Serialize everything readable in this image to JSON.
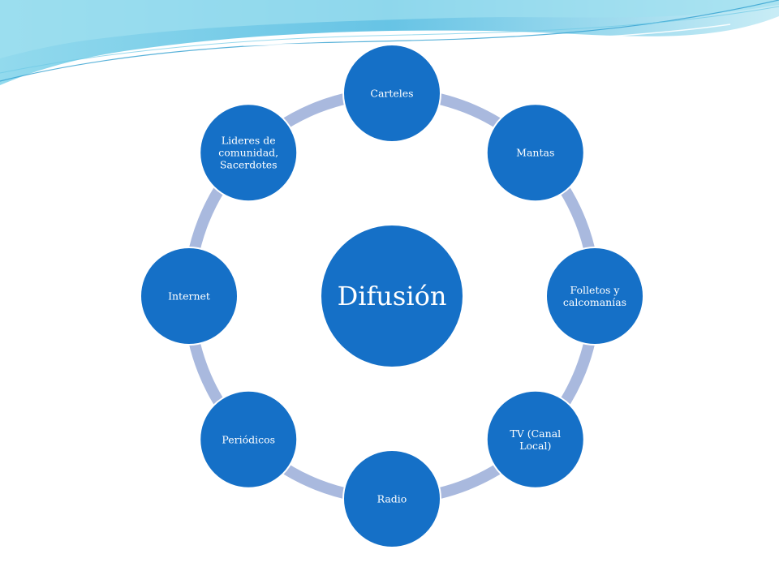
{
  "diagram": {
    "center_label": "Difusión",
    "nodes": [
      {
        "lines": [
          "Carteles"
        ]
      },
      {
        "lines": [
          "Mantas"
        ]
      },
      {
        "lines": [
          "Folletos y",
          "calcomanías"
        ]
      },
      {
        "lines": [
          "TV (Canal",
          "Local)"
        ]
      },
      {
        "lines": [
          "Radio"
        ]
      },
      {
        "lines": [
          "Periódicos"
        ]
      },
      {
        "lines": [
          "Internet"
        ]
      },
      {
        "lines": [
          "Lideres de",
          "comunidad,",
          "Sacerdotes"
        ]
      }
    ]
  },
  "colors": {
    "node_fill": "#1570C7",
    "center_fill": "#1570C7",
    "node_stroke": "#ffffff",
    "ring": "#A9B9DE",
    "wave_light": "#A8E2F0",
    "wave_mid": "#5FC3E4",
    "wave_dark": "#2F9FD0"
  }
}
